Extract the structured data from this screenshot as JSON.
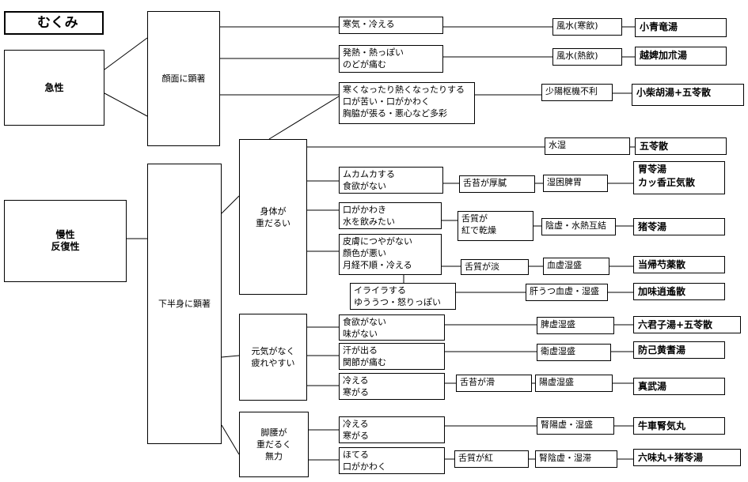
{
  "title": "むくみ",
  "groups": {
    "acute": "急性",
    "chronic": "慢性\n反復性"
  },
  "locations": {
    "face": "顔面に顕著",
    "lower": "下半身に顕著"
  },
  "sub": {
    "heavy": "身体が\n重だるい",
    "tired": "元気がなく\n疲れやすい",
    "legs": "脚腰が\n重だるく\n無力"
  },
  "symptoms": [
    "寒気・冷える",
    "発熱・熱っぽい\nのどが痛む",
    "寒くなったり熱くなったりする\n口が苦い・口がかわく\n胸脇が張る・悪心など多彩",
    "ムカムカする\n食欲がない",
    "口がかわき\n水を飲みたい",
    "皮膚につやがない\n顔色が悪い\n月経不順・冷える",
    "イライラする\nゆううつ・怒りっぽい",
    "食欲がない\n味がない",
    "汗が出る\n関節が痛む",
    "冷える\n寒がる",
    "冷える\n寒がる",
    "ほてる\n口がかわく"
  ],
  "tongue": [
    "舌苔が厚膩",
    "舌質が\n紅で乾燥",
    "舌質が淡",
    "舌苔が滑",
    "舌質が紅"
  ],
  "patterns": [
    "風水(寒飲)",
    "風水(熱飲)",
    "少陽枢機不利",
    "水湿",
    "湿困脾胃",
    "陰虚・水熱互結",
    "血虚湿盛",
    "肝うつ血虚・湿盛",
    "脾虚湿盛",
    "衛虚湿盛",
    "陽虚湿盛",
    "腎陽虚・湿盛",
    "腎陰虚・湿滞"
  ],
  "formulas": [
    "小青竜湯",
    "越婢加朮湯",
    "小柴胡湯+五苓散",
    "五苓散",
    "胃苓湯\nカッ香正気散",
    "猪苓湯",
    "当帰芍薬散",
    "加味逍遙散",
    "六君子湯+五苓散",
    "防己黄耆湯",
    "真武湯",
    "牛車腎気丸",
    "六味丸+猪苓湯"
  ]
}
